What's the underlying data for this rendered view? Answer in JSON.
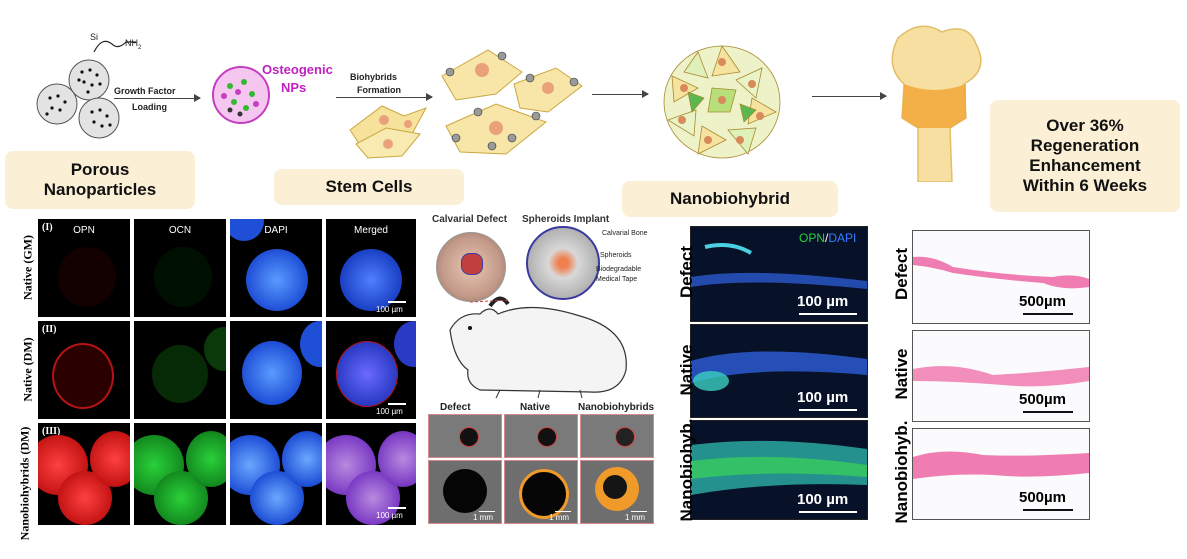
{
  "top": {
    "amine_label": "Si",
    "amine_group": "NH",
    "amine_sub": "2",
    "growth_factor_label": "Growth Factor",
    "loading_label": "Loading",
    "osteogenic_label": "Osteogenic",
    "nps_label": "NPs",
    "biohybrids_label": "Biohybrids",
    "formation_label": "Formation",
    "porous_label_line1": "Porous",
    "porous_label_line2": "Nanoparticles",
    "stem_cells_label": "Stem Cells",
    "nanobiohybrid_label": "Nanobiohybrid",
    "result_line1": "Over 36%",
    "result_line2": "Regeneration",
    "result_line3": "Enhancement",
    "result_line4": "Within 6 Weeks"
  },
  "microscopy": {
    "columns": [
      "OPN",
      "OCN",
      "DAPI",
      "Merged"
    ],
    "rows": [
      {
        "roman": "(I)",
        "label": "Native (GM)"
      },
      {
        "roman": "(II)",
        "label": "Native (DM)"
      },
      {
        "roman": "(III)",
        "label": "Nanobiohybrids (DM)"
      }
    ],
    "scale": "100 µm"
  },
  "implant": {
    "calvarial_defect": "Calvarial Defect",
    "spheroids_implant": "Spheroids Implant",
    "calvarial_bone": "Calvarial Bone",
    "spheroids": "Spheroids",
    "tape_line1": "Biodegradable",
    "tape_line2": "Medical Tape"
  },
  "ct": {
    "columns": [
      "Defect",
      "Native",
      "Nanobiohybrids"
    ],
    "scale": "1 mm"
  },
  "fluor": {
    "legend_opn": "OPN",
    "legend_sep": "/",
    "legend_dapi": "DAPI",
    "rows": [
      "Defect",
      "Native",
      "Nanobiohyb."
    ],
    "scale": "100 µm"
  },
  "histo": {
    "rows": [
      "Defect",
      "Native",
      "Nanobiohyb."
    ],
    "scale": "500µm"
  },
  "colors": {
    "label_bg": "#fbefd6",
    "opn": "#e01818",
    "ocn": "#1fae2a",
    "dapi": "#1f6cff",
    "bone": "#f6dfa0",
    "he_pink": "#ee6fa8"
  }
}
